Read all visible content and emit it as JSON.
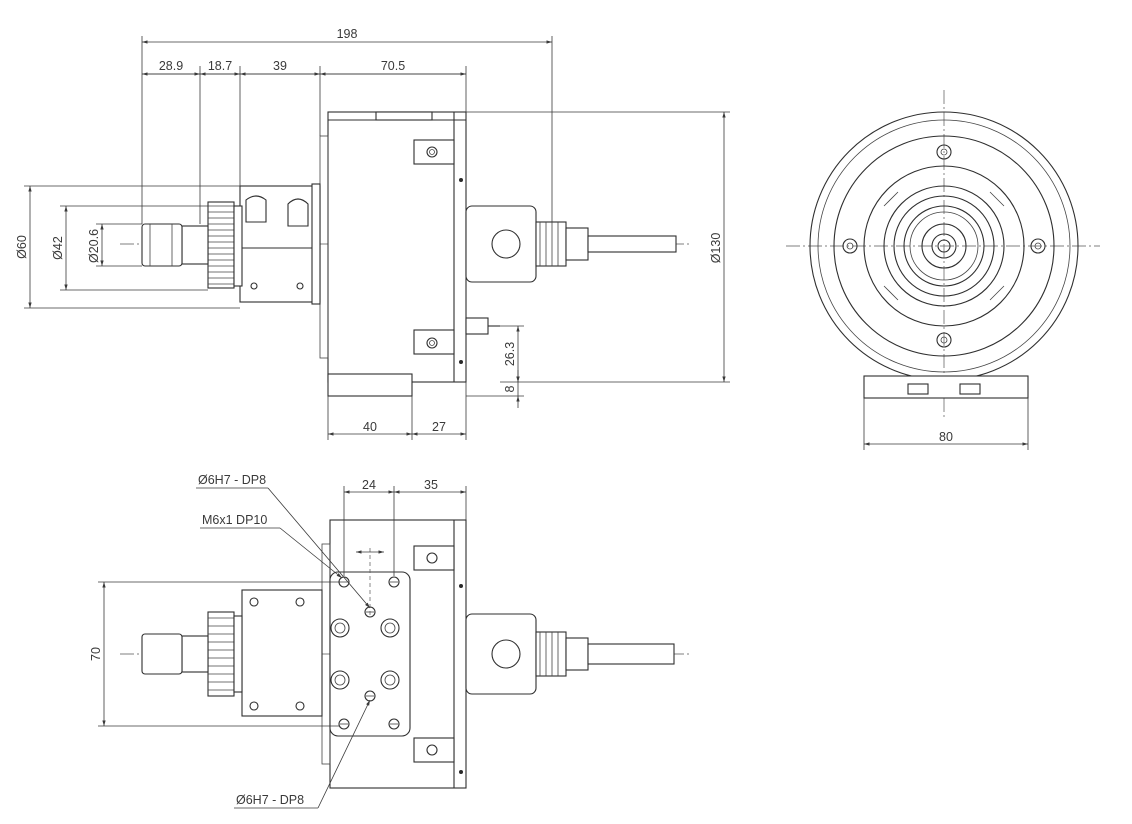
{
  "views": {
    "side": {
      "dims": {
        "overall_length": "198",
        "seg1": "28.9",
        "seg2": "18.7",
        "seg3": "39",
        "seg4": "70.5",
        "dia60": "Ø60",
        "dia42": "Ø42",
        "dia20": "Ø20.6",
        "dia130": "Ø130",
        "h26": "26.3",
        "h8": "8",
        "base40": "40",
        "base27": "27"
      }
    },
    "front": {
      "dims": {
        "width80": "80"
      }
    },
    "bottom": {
      "dims": {
        "d24": "24",
        "d35": "35",
        "h70": "70"
      },
      "callouts": {
        "hole_top": "Ø6H7 - DP8",
        "thread": "M6x1 DP10",
        "hole_bottom": "Ø6H7 - DP8"
      }
    }
  }
}
